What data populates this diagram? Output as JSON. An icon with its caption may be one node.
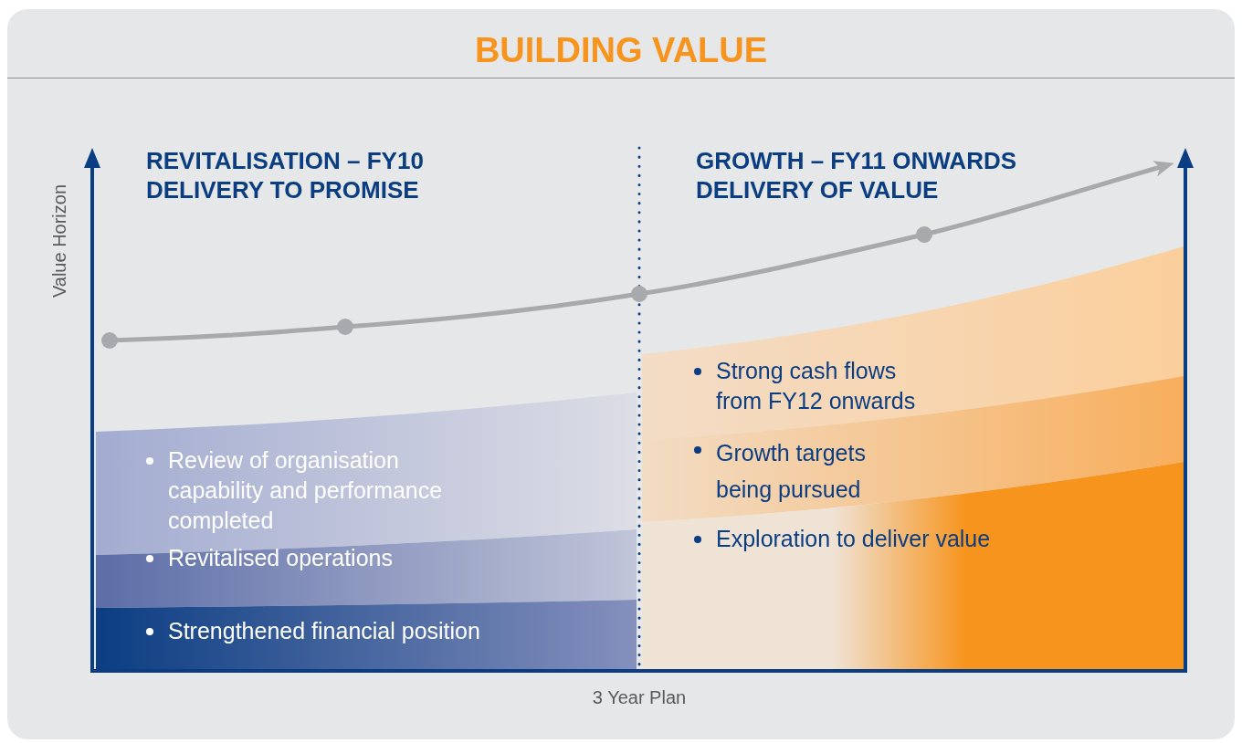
{
  "diagram": {
    "title": "BUILDING VALUE",
    "nodes": [
      {
        "text": [
          "Review of organisation capability and performance completed"
        ]
      },
      {
        "text": [
          "Revitalised operations"
        ]
      },
      {
        "text": [
          "Strengthened financial position"
        ]
      },
      {
        "text": [
          "Strong cash flows from FY12 onwards"
        ]
      },
      {
        "text": [
          "Growth targets being pursued"
        ]
      },
      {
        "text": [
          "Exploration to deliver value"
        ]
      }
    ],
    "labels": [
      "REVITALISATION – FY10",
      "DELIVERY TO PROMISE",
      "GROWTH – FY11 ONWARDS",
      "DELIVERY OF VALUE",
      "Value Horizon",
      "3 Year Plan"
    ]
  }
}
